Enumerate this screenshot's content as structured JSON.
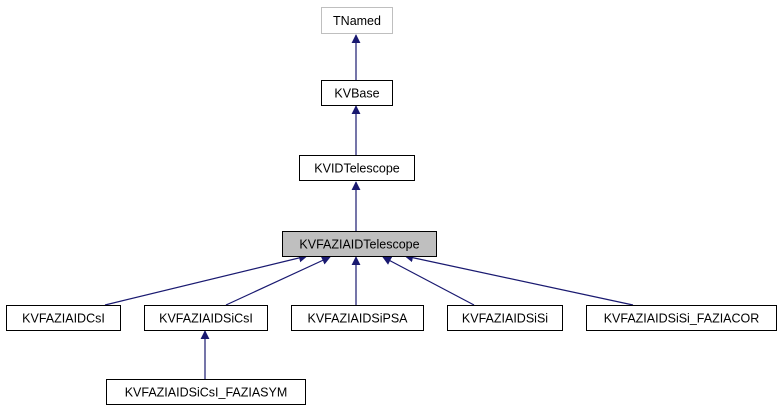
{
  "colors": {
    "edge": "#191970",
    "border": "#000000",
    "border_grey": "#bfbfbf",
    "highlight_fill": "#bfbfbf",
    "node_fill": "#ffffff"
  },
  "nodes": {
    "tnamed": "TNamed",
    "kvbase": "KVBase",
    "kvidtelescope": "KVIDTelescope",
    "kvfaziaidtelescope": "KVFAZIAIDTelescope",
    "kvfaziaidcsi": "KVFAZIAIDCsI",
    "kvfaziaidsicsi": "KVFAZIAIDSiCsI",
    "kvfaziaidsipsa": "KVFAZIAIDSiPSA",
    "kvfaziaidsisi": "KVFAZIAIDSiSi",
    "kvfaziaidsisi_faziacor": "KVFAZIAIDSiSi_FAZIACOR",
    "kvfaziaidsicsi_faziasym": "KVFAZIAIDSiCsI_FAZIASYM"
  }
}
